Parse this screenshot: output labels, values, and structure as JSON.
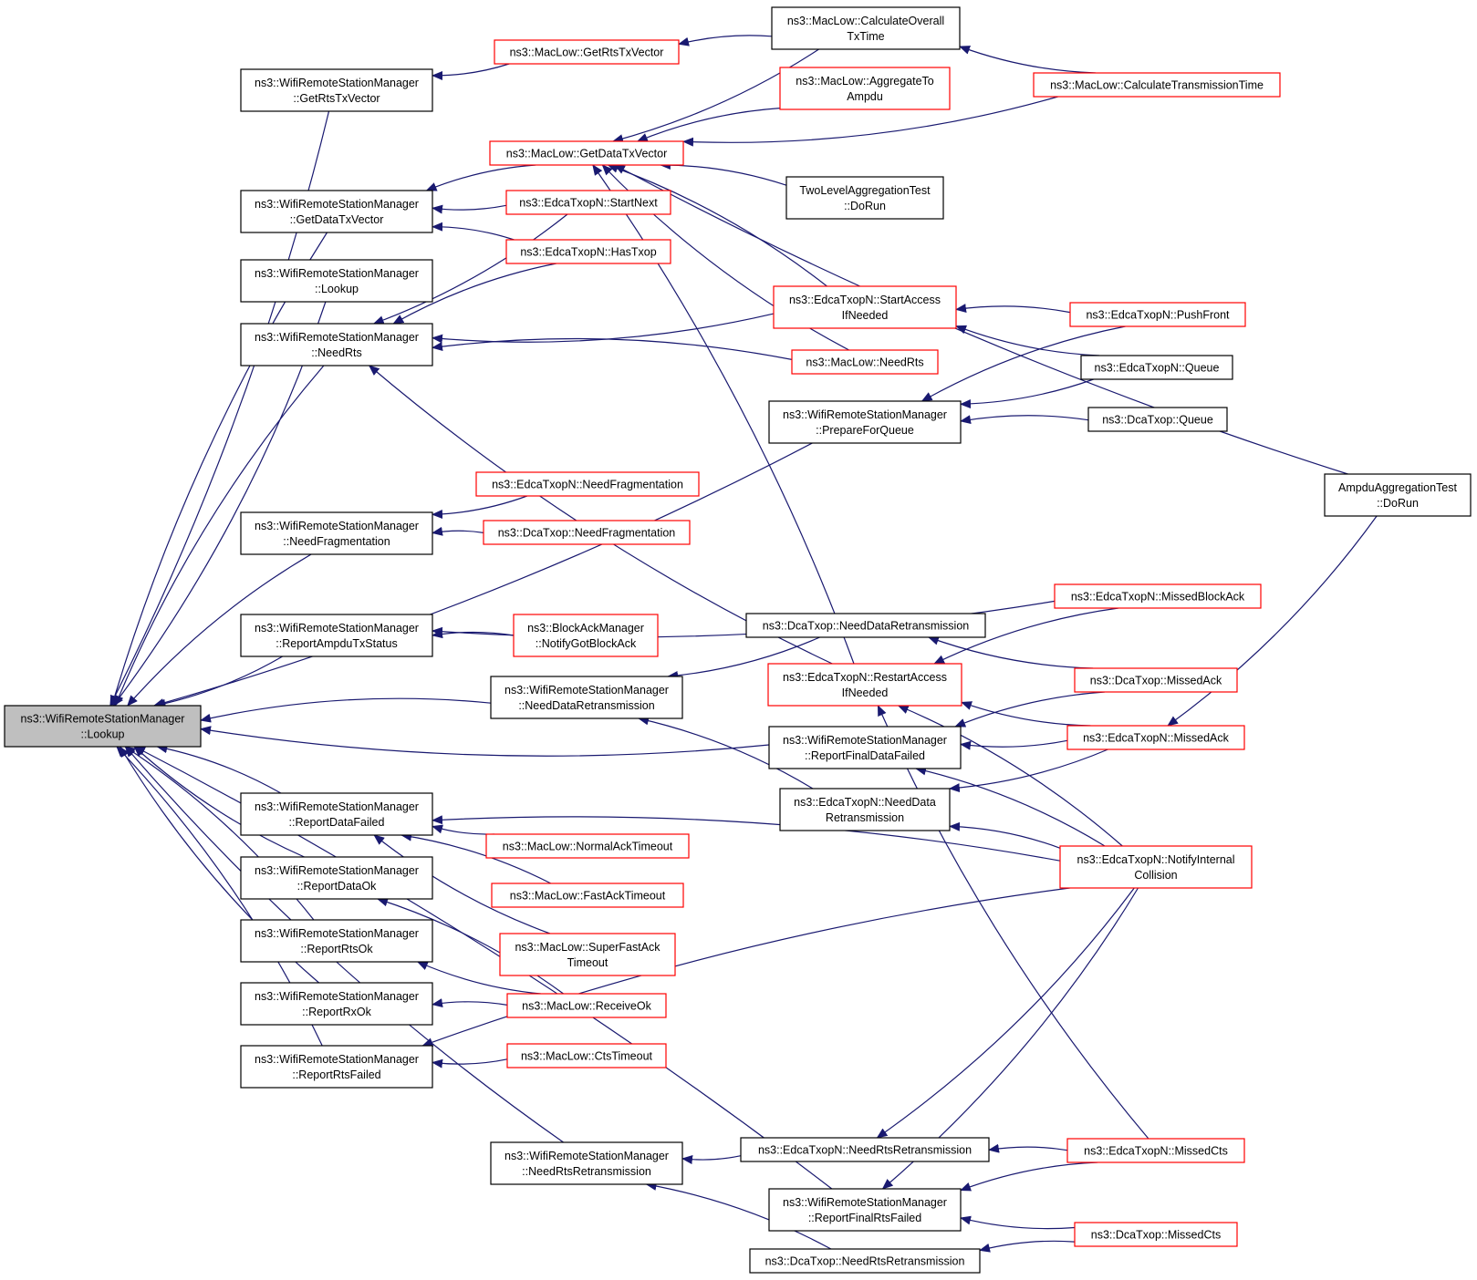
{
  "colors": {
    "edge": "#191970",
    "node_border": "#000000",
    "node_border_truncated": "#ff0000",
    "node_fill": "#ffffff",
    "root_fill": "#bfbfbf"
  },
  "nodes": [
    {
      "id": "root",
      "lines": [
        "ns3::WifiRemoteStationManager",
        "::Lookup"
      ],
      "style": "root"
    },
    {
      "id": "w_getrts",
      "lines": [
        "ns3::WifiRemoteStationManager",
        "::GetRtsTxVector"
      ],
      "style": "normal"
    },
    {
      "id": "w_getdata",
      "lines": [
        "ns3::WifiRemoteStationManager",
        "::GetDataTxVector"
      ],
      "style": "normal"
    },
    {
      "id": "w_lookup",
      "lines": [
        "ns3::WifiRemoteStationManager",
        "::Lookup"
      ],
      "style": "normal"
    },
    {
      "id": "w_needrts",
      "lines": [
        "ns3::WifiRemoteStationManager",
        "::NeedRts"
      ],
      "style": "normal"
    },
    {
      "id": "w_needfrag",
      "lines": [
        "ns3::WifiRemoteStationManager",
        "::NeedFragmentation"
      ],
      "style": "normal"
    },
    {
      "id": "w_reportampdu",
      "lines": [
        "ns3::WifiRemoteStationManager",
        "::ReportAmpduTxStatus"
      ],
      "style": "normal"
    },
    {
      "id": "w_reportdatafailed",
      "lines": [
        "ns3::WifiRemoteStationManager",
        "::ReportDataFailed"
      ],
      "style": "normal"
    },
    {
      "id": "w_reportdataok",
      "lines": [
        "ns3::WifiRemoteStationManager",
        "::ReportDataOk"
      ],
      "style": "normal"
    },
    {
      "id": "w_reportrtsok",
      "lines": [
        "ns3::WifiRemoteStationManager",
        "::ReportRtsOk"
      ],
      "style": "normal"
    },
    {
      "id": "w_reportrxok",
      "lines": [
        "ns3::WifiRemoteStationManager",
        "::ReportRxOk"
      ],
      "style": "normal"
    },
    {
      "id": "w_reportrtsfailed",
      "lines": [
        "ns3::WifiRemoteStationManager",
        "::ReportRtsFailed"
      ],
      "style": "normal"
    },
    {
      "id": "w_needdataretx",
      "lines": [
        "ns3::WifiRemoteStationManager",
        "::NeedDataRetransmission"
      ],
      "style": "normal"
    },
    {
      "id": "w_needrtsretx",
      "lines": [
        "ns3::WifiRemoteStationManager",
        "::NeedRtsRetransmission"
      ],
      "style": "normal"
    },
    {
      "id": "w_prepare",
      "lines": [
        "ns3::WifiRemoteStationManager",
        "::PrepareForQueue"
      ],
      "style": "normal"
    },
    {
      "id": "w_reportfinaldata",
      "lines": [
        "ns3::WifiRemoteStationManager",
        "::ReportFinalDataFailed"
      ],
      "style": "normal"
    },
    {
      "id": "w_reportfinalrts",
      "lines": [
        "ns3::WifiRemoteStationManager",
        "::ReportFinalRtsFailed"
      ],
      "style": "normal"
    },
    {
      "id": "m_getrts",
      "lines": [
        "ns3::MacLow::GetRtsTxVector"
      ],
      "style": "truncated"
    },
    {
      "id": "m_getdata",
      "lines": [
        "ns3::MacLow::GetDataTxVector"
      ],
      "style": "truncated"
    },
    {
      "id": "e_startnext",
      "lines": [
        "ns3::EdcaTxopN::StartNext"
      ],
      "style": "truncated"
    },
    {
      "id": "e_hastxop",
      "lines": [
        "ns3::EdcaTxopN::HasTxop"
      ],
      "style": "truncated"
    },
    {
      "id": "e_needfrag",
      "lines": [
        "ns3::EdcaTxopN::NeedFragmentation"
      ],
      "style": "truncated"
    },
    {
      "id": "d_needfrag",
      "lines": [
        "ns3::DcaTxop::NeedFragmentation"
      ],
      "style": "truncated"
    },
    {
      "id": "b_notify",
      "lines": [
        "ns3::BlockAckManager",
        "::NotifyGotBlockAck"
      ],
      "style": "truncated"
    },
    {
      "id": "m_normalack",
      "lines": [
        "ns3::MacLow::NormalAckTimeout"
      ],
      "style": "truncated"
    },
    {
      "id": "m_fastack",
      "lines": [
        "ns3::MacLow::FastAckTimeout"
      ],
      "style": "truncated"
    },
    {
      "id": "m_superfast",
      "lines": [
        "ns3::MacLow::SuperFastAck",
        "Timeout"
      ],
      "style": "truncated"
    },
    {
      "id": "m_receiveok",
      "lines": [
        "ns3::MacLow::ReceiveOk"
      ],
      "style": "truncated"
    },
    {
      "id": "m_ctstimeout",
      "lines": [
        "ns3::MacLow::CtsTimeout"
      ],
      "style": "truncated"
    },
    {
      "id": "m_calcoverall",
      "lines": [
        "ns3::MacLow::CalculateOverall",
        "TxTime"
      ],
      "style": "normal"
    },
    {
      "id": "m_aggregate",
      "lines": [
        "ns3::MacLow::AggregateTo",
        "Ampdu"
      ],
      "style": "truncated"
    },
    {
      "id": "twolevel",
      "lines": [
        "TwoLevelAggregationTest",
        "::DoRun"
      ],
      "style": "normal"
    },
    {
      "id": "e_startaccess",
      "lines": [
        "ns3::EdcaTxopN::StartAccess",
        "IfNeeded"
      ],
      "style": "truncated"
    },
    {
      "id": "m_needrts",
      "lines": [
        "ns3::MacLow::NeedRts"
      ],
      "style": "truncated"
    },
    {
      "id": "d_needdataretx",
      "lines": [
        "ns3::DcaTxop::NeedDataRetransmission"
      ],
      "style": "normal"
    },
    {
      "id": "e_restartaccess",
      "lines": [
        "ns3::EdcaTxopN::RestartAccess",
        "IfNeeded"
      ],
      "style": "truncated"
    },
    {
      "id": "e_needdataretx",
      "lines": [
        "ns3::EdcaTxopN::NeedData",
        "Retransmission"
      ],
      "style": "normal"
    },
    {
      "id": "e_needrtsretx",
      "lines": [
        "ns3::EdcaTxopN::NeedRtsRetransmission"
      ],
      "style": "normal"
    },
    {
      "id": "d_needrtsretx",
      "lines": [
        "ns3::DcaTxop::NeedRtsRetransmission"
      ],
      "style": "normal"
    },
    {
      "id": "m_calctrans",
      "lines": [
        "ns3::MacLow::CalculateTransmissionTime"
      ],
      "style": "truncated"
    },
    {
      "id": "e_pushfront",
      "lines": [
        "ns3::EdcaTxopN::PushFront"
      ],
      "style": "truncated"
    },
    {
      "id": "e_queue",
      "lines": [
        "ns3::EdcaTxopN::Queue"
      ],
      "style": "normal"
    },
    {
      "id": "d_queue",
      "lines": [
        "ns3::DcaTxop::Queue"
      ],
      "style": "normal"
    },
    {
      "id": "e_missedblockack",
      "lines": [
        "ns3::EdcaTxopN::MissedBlockAck"
      ],
      "style": "truncated"
    },
    {
      "id": "d_missedack",
      "lines": [
        "ns3::DcaTxop::MissedAck"
      ],
      "style": "truncated"
    },
    {
      "id": "e_missedack",
      "lines": [
        "ns3::EdcaTxopN::MissedAck"
      ],
      "style": "truncated"
    },
    {
      "id": "e_notifycollision",
      "lines": [
        "ns3::EdcaTxopN::NotifyInternal",
        "Collision"
      ],
      "style": "truncated"
    },
    {
      "id": "e_missedcts",
      "lines": [
        "ns3::EdcaTxopN::MissedCts"
      ],
      "style": "truncated"
    },
    {
      "id": "d_missedcts",
      "lines": [
        "ns3::DcaTxop::MissedCts"
      ],
      "style": "truncated"
    },
    {
      "id": "ampdutest",
      "lines": [
        "AmpduAggregationTest",
        "::DoRun"
      ],
      "style": "normal"
    }
  ],
  "edges": [
    [
      "w_getrts",
      "root"
    ],
    [
      "w_getdata",
      "root"
    ],
    [
      "w_lookup",
      "root"
    ],
    [
      "w_needrts",
      "root"
    ],
    [
      "w_prepare",
      "root"
    ],
    [
      "w_needfrag",
      "root"
    ],
    [
      "w_reportampdu",
      "root"
    ],
    [
      "w_needdataretx",
      "root"
    ],
    [
      "w_reportfinaldata",
      "root"
    ],
    [
      "w_reportdatafailed",
      "root"
    ],
    [
      "w_reportdataok",
      "root"
    ],
    [
      "w_reportrtsok",
      "root"
    ],
    [
      "w_reportrxok",
      "root"
    ],
    [
      "w_reportrtsfailed",
      "root"
    ],
    [
      "w_needrtsretx",
      "root"
    ],
    [
      "w_reportfinalrts",
      "root"
    ],
    [
      "m_getrts",
      "w_getrts"
    ],
    [
      "m_calcoverall",
      "m_getrts"
    ],
    [
      "m_calctrans",
      "m_calcoverall"
    ],
    [
      "m_getdata",
      "w_getdata"
    ],
    [
      "e_startnext",
      "w_getdata"
    ],
    [
      "e_hastxop",
      "w_getdata"
    ],
    [
      "m_calcoverall",
      "m_getdata"
    ],
    [
      "m_aggregate",
      "m_getdata"
    ],
    [
      "m_calctrans",
      "m_getdata"
    ],
    [
      "twolevel",
      "m_getdata"
    ],
    [
      "ampdutest",
      "m_getdata"
    ],
    [
      "e_startaccess",
      "m_getdata"
    ],
    [
      "m_needrts",
      "m_getdata"
    ],
    [
      "e_restartaccess",
      "m_getdata"
    ],
    [
      "e_startnext",
      "w_needrts"
    ],
    [
      "e_hastxop",
      "w_needrts"
    ],
    [
      "e_startaccess",
      "w_needrts"
    ],
    [
      "m_needrts",
      "w_needrts"
    ],
    [
      "e_restartaccess",
      "w_needrts"
    ],
    [
      "e_pushfront",
      "e_startaccess"
    ],
    [
      "e_queue",
      "e_startaccess"
    ],
    [
      "e_pushfront",
      "w_prepare"
    ],
    [
      "e_queue",
      "w_prepare"
    ],
    [
      "d_queue",
      "w_prepare"
    ],
    [
      "e_needfrag",
      "w_needfrag"
    ],
    [
      "d_needfrag",
      "w_needfrag"
    ],
    [
      "e_missedblockack",
      "w_reportampdu"
    ],
    [
      "b_notify",
      "w_reportampdu"
    ],
    [
      "d_needdataretx",
      "w_needdataretx"
    ],
    [
      "e_needdataretx",
      "w_needdataretx"
    ],
    [
      "d_missedack",
      "d_needdataretx"
    ],
    [
      "e_missedblockack",
      "e_restartaccess"
    ],
    [
      "e_missedack",
      "e_restartaccess"
    ],
    [
      "e_notifycollision",
      "e_restartaccess"
    ],
    [
      "e_missedcts",
      "e_restartaccess"
    ],
    [
      "d_missedack",
      "w_reportfinaldata"
    ],
    [
      "e_missedack",
      "w_reportfinaldata"
    ],
    [
      "e_notifycollision",
      "w_reportfinaldata"
    ],
    [
      "e_missedack",
      "e_needdataretx"
    ],
    [
      "e_notifycollision",
      "e_needdataretx"
    ],
    [
      "ampdutest",
      "e_missedack"
    ],
    [
      "e_notifycollision",
      "w_reportdatafailed"
    ],
    [
      "m_normalack",
      "w_reportdatafailed"
    ],
    [
      "m_fastack",
      "w_reportdatafailed"
    ],
    [
      "m_superfast",
      "w_reportdatafailed"
    ],
    [
      "m_receiveok",
      "w_reportdataok"
    ],
    [
      "m_receiveok",
      "w_reportrtsok"
    ],
    [
      "m_receiveok",
      "w_reportrxok"
    ],
    [
      "m_ctstimeout",
      "w_reportrtsfailed"
    ],
    [
      "e_notifycollision",
      "w_reportrtsfailed"
    ],
    [
      "e_needrtsretx",
      "w_needrtsretx"
    ],
    [
      "d_needrtsretx",
      "w_needrtsretx"
    ],
    [
      "e_notifycollision",
      "e_needrtsretx"
    ],
    [
      "e_missedcts",
      "e_needrtsretx"
    ],
    [
      "e_notifycollision",
      "w_reportfinalrts"
    ],
    [
      "e_missedcts",
      "w_reportfinalrts"
    ],
    [
      "d_missedcts",
      "w_reportfinalrts"
    ],
    [
      "d_missedcts",
      "d_needrtsretx"
    ]
  ]
}
